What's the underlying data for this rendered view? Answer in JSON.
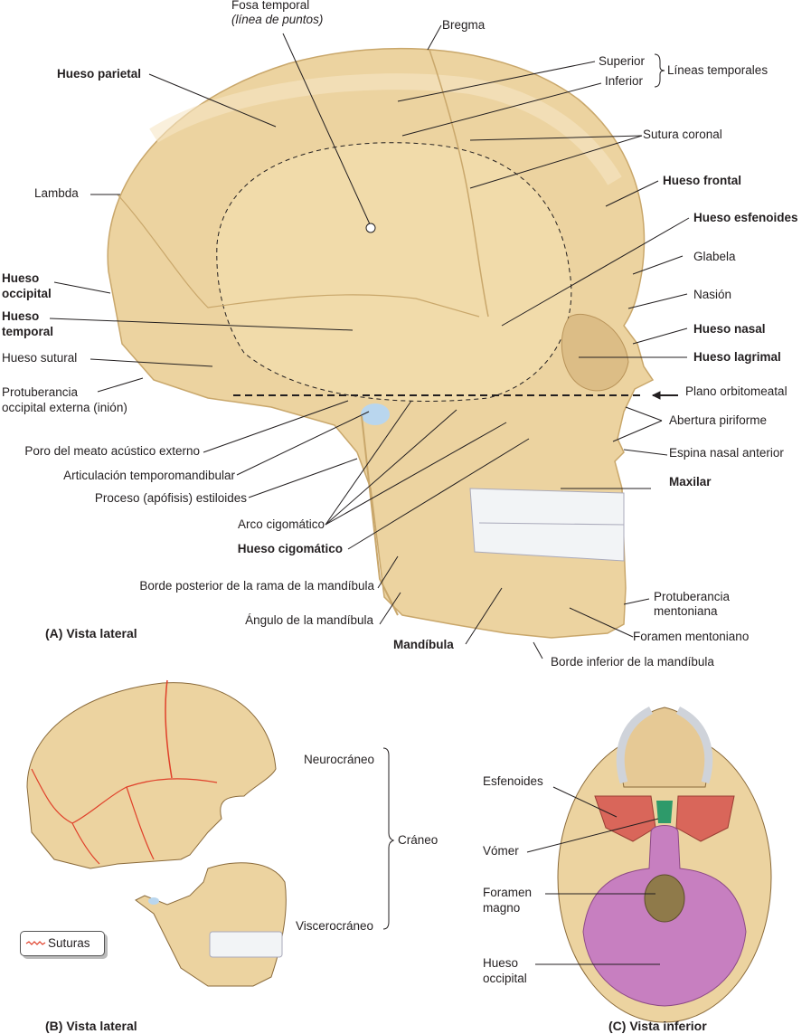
{
  "figure": {
    "panel_a": {
      "caption": "(A) Vista lateral",
      "labels": {
        "fosa_temporal": "Fosa temporal",
        "fosa_temporal_note": "(línea de puntos)",
        "bregma": "Bregma",
        "superior": "Superior",
        "inferior": "Inferior",
        "lineas_temporales": "Líneas temporales",
        "sutura_coronal": "Sutura coronal",
        "hueso_frontal": "Hueso frontal",
        "hueso_esfenoides": "Hueso esfenoides",
        "glabela": "Glabela",
        "nasion": "Nasión",
        "hueso_nasal": "Hueso nasal",
        "hueso_lagrimal": "Hueso lagrimal",
        "plano_orbitomeatal": "Plano orbitomeatal",
        "abertura_piriforme": "Abertura piriforme",
        "espina_nasal_anterior": "Espina nasal anterior",
        "maxilar": "Maxilar",
        "protuberancia_mentoniana_1": "Protuberancia",
        "protuberancia_mentoniana_2": "mentoniana",
        "foramen_mentoniano": "Foramen mentoniano",
        "borde_inferior_mandibula": "Borde inferior de la mandíbula",
        "mandibula": "Mandíbula",
        "hueso_parietal": "Hueso parietal",
        "lambda": "Lambda",
        "hueso_occipital_1": "Hueso",
        "hueso_occipital_2": "occipital",
        "hueso_temporal_1": "Hueso",
        "hueso_temporal_2": "temporal",
        "hueso_sutural": "Hueso sutural",
        "protuberancia_occipital_1": "Protuberancia",
        "protuberancia_occipital_2": "occipital externa (inión)",
        "poro_meato": "Poro del meato acústico externo",
        "articulacion_tm": "Articulación temporomandibular",
        "proceso_estiloides": "Proceso (apófisis) estiloides",
        "arco_cigomatico": "Arco cigomático",
        "hueso_cigomatico": "Hueso cigomático",
        "borde_posterior_rama": "Borde posterior de la rama de la mandíbula",
        "angulo_mandibula": "Ángulo de la mandíbula"
      }
    },
    "panel_b": {
      "caption": "(B) Vista lateral",
      "neurocraneo": "Neurocráneo",
      "viscerocraneo": "Viscerocráneo",
      "craneo": "Cráneo",
      "legend_label": "Suturas"
    },
    "panel_c": {
      "caption": "(C) Vista inferior",
      "esfenoides": "Esfenoides",
      "vomer": "Vómer",
      "foramen_magno_1": "Foramen",
      "foramen_magno_2": "magno",
      "hueso_occipital_1": "Hueso",
      "hueso_occipital_2": "occipital"
    },
    "colors": {
      "bone": "#ecd3a0",
      "bone_shade": "#d9b981",
      "suture_red": "#e0402a",
      "sphenoid_red": "#d9665a",
      "vomer_green": "#2e9a6a",
      "occipital_pink": "#c77fc0",
      "foramen_brown": "#8f7a4a",
      "cartilage_blue": "#b9d6ee",
      "teeth": "#f2f4f6"
    }
  }
}
